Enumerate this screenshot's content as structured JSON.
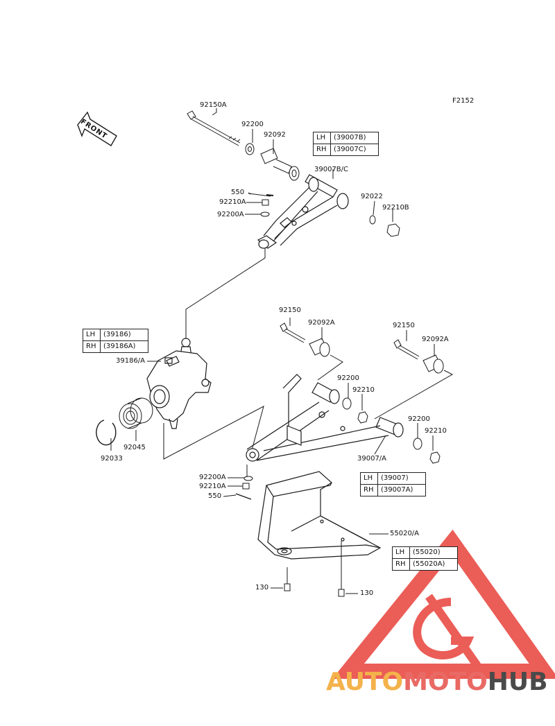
{
  "figure_id": "F2152",
  "front_label": "FRONT",
  "labels": {
    "p92150A": "92150A",
    "p92200_top": "92200",
    "p92092": "92092",
    "p39007BC": "39007B/C",
    "p550_top": "550",
    "p92210A_top": "92210A",
    "p92200A_top": "92200A",
    "p92022": "92022",
    "p92210B": "92210B",
    "p92150_mid": "92150",
    "p92092A_mid": "92092A",
    "p92150_right": "92150",
    "p92092A_right": "92092A",
    "p39186A": "39186/A",
    "p92200_mid": "92200",
    "p92210_mid": "92210",
    "p92200_right": "92200",
    "p92210_right": "92210",
    "p39007A": "39007/A",
    "p92045": "92045",
    "p92033": "92033",
    "p92200A_low": "92200A",
    "p92210A_low": "92210A",
    "p550_low": "550",
    "p55020A": "55020/A",
    "p130_left": "130",
    "p130_right": "130"
  },
  "tables": {
    "upper_arm": {
      "lh_key": "LH",
      "lh_val": "(39007B)",
      "rh_key": "RH",
      "rh_val": "(39007C)"
    },
    "knuckle": {
      "lh_key": "LH",
      "lh_val": "(39186)",
      "rh_key": "RH",
      "rh_val": "(39186A)"
    },
    "lower_arm": {
      "lh_key": "LH",
      "lh_val": "(39007)",
      "rh_key": "RH",
      "rh_val": "(39007A)"
    },
    "guard": {
      "lh_key": "LH",
      "lh_val": "(55020)",
      "rh_key": "RH",
      "rh_val": "(55020A)"
    }
  },
  "watermark": {
    "part1": "AUTO",
    "part2": "MOTO",
    "part3": "HUB"
  },
  "colors": {
    "line": "#1a1a1a",
    "watermark_red": "#e8413a",
    "watermark_orange": "#f4b24b",
    "watermark_gray": "#4a4a4a"
  }
}
